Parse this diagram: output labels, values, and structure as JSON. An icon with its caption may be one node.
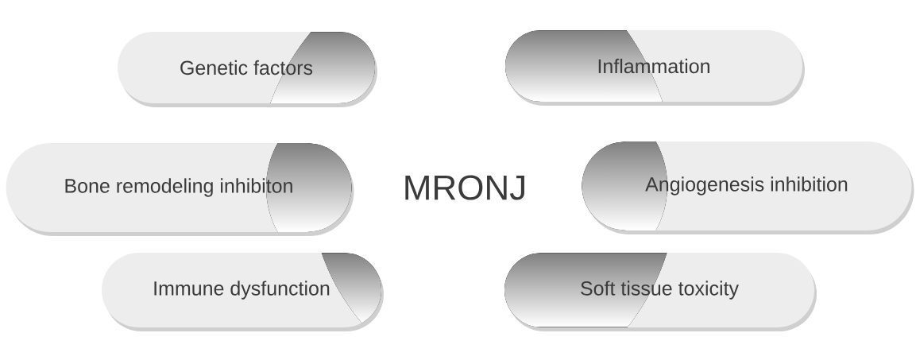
{
  "diagram": {
    "nodes": [
      {
        "text": [
          "Genetic factors"
        ]
      },
      {
        "text": [
          "Inflammation"
        ]
      },
      {
        "text": [
          "Bone remodeling inhibiton"
        ]
      },
      {
        "text": [
          "Angiogenesis inhibition"
        ]
      },
      {
        "text": [
          "Immune dysfunction"
        ]
      },
      {
        "text": [
          "Soft tissue toxicity"
        ]
      }
    ],
    "labels": [
      "MRONJ"
    ]
  }
}
